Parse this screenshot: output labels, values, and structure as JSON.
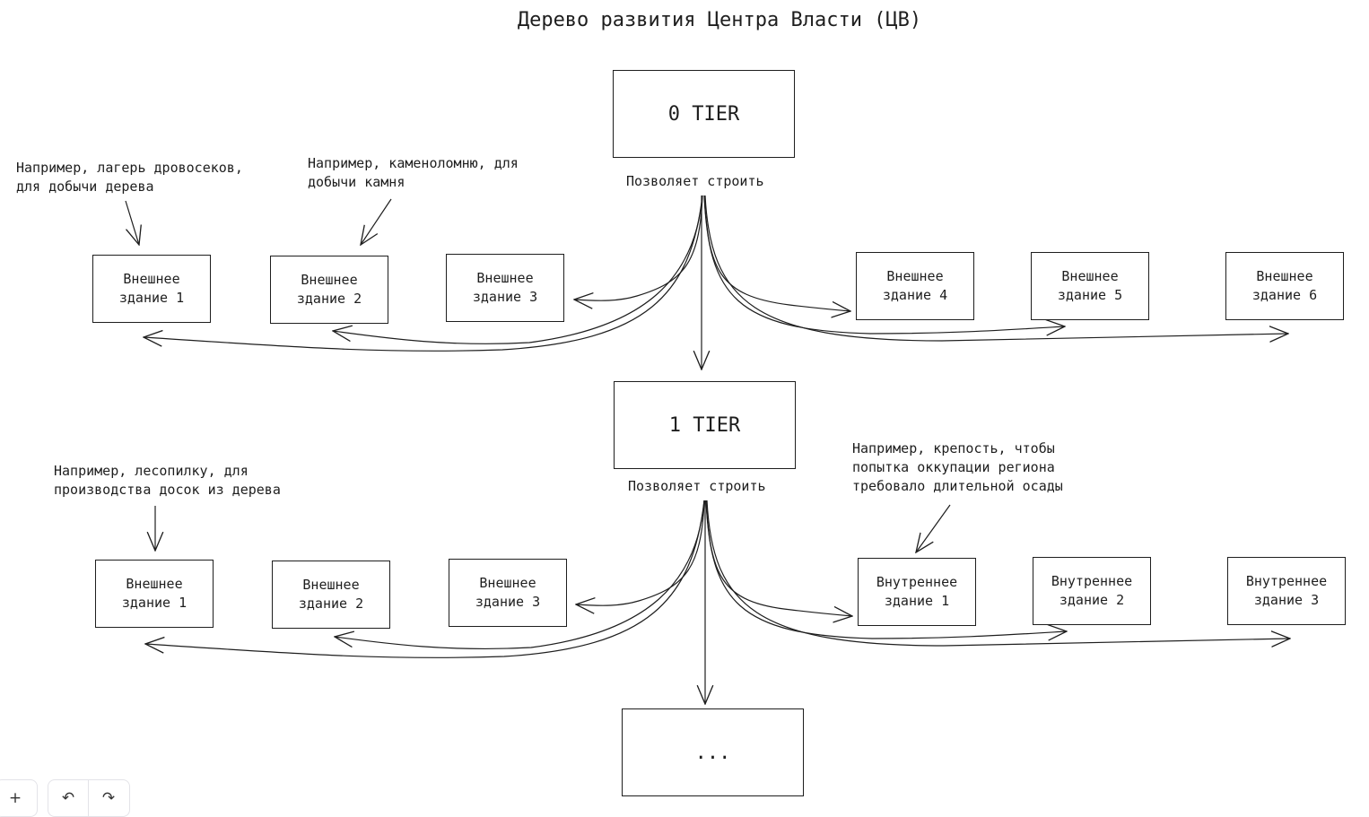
{
  "title": "Дерево развития Центра Власти (ЦВ)",
  "tiers": [
    {
      "label": "0 TIER",
      "caption": "Позволяет строить"
    },
    {
      "label": "1 TIER",
      "caption": "Позволяет строить"
    },
    {
      "label": "..."
    }
  ],
  "row0": [
    {
      "text": "Внешнее\nздание 1"
    },
    {
      "text": "Внешнее\nздание 2"
    },
    {
      "text": "Внешнее\nздание 3"
    },
    {
      "text": "Внешнее\nздание 4"
    },
    {
      "text": "Внешнее\nздание 5"
    },
    {
      "text": "Внешнее\nздание 6"
    }
  ],
  "row1": [
    {
      "text": "Внешнее\nздание 1"
    },
    {
      "text": "Внешнее\nздание 2"
    },
    {
      "text": "Внешнее\nздание 3"
    },
    {
      "text": "Внутреннее\nздание 1"
    },
    {
      "text": "Внутреннее\nздание 2"
    },
    {
      "text": "Внутреннее\nздание 3"
    }
  ],
  "notes": [
    "Например, лагерь дровосеков,\nдля добычи дерева",
    "Например, каменоломню, для\nдобычи камня",
    "Например, лесопилку, для\nпроизводства досок из дерева",
    "Например, крепость, чтобы\nпопытка оккупации региона\nтребовало длительной осады"
  ],
  "toolbar": {
    "zoom_in_icon": "+",
    "undo_icon": "↶",
    "redo_icon": "↷"
  }
}
